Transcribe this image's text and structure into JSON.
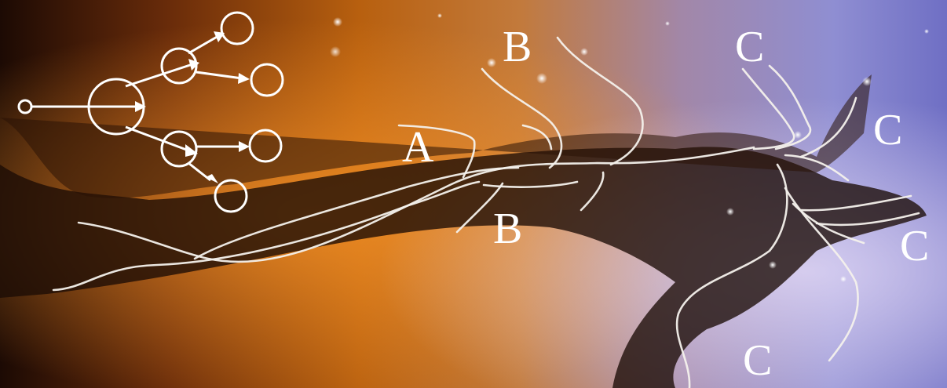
{
  "labels": {
    "a": "A",
    "b_top": "B",
    "b_bottom": "B",
    "c_top": "C",
    "c_right_upper": "C",
    "c_right_lower": "C",
    "c_bottom": "C"
  },
  "colors": {
    "ink": "#ffffff",
    "nebula_deep": "#1a0a04",
    "nebula_orange": "#d9771f",
    "nebula_amber": "#b65512",
    "sky_violet": "#8f86c9",
    "sky_lilac": "#c6bde6"
  }
}
